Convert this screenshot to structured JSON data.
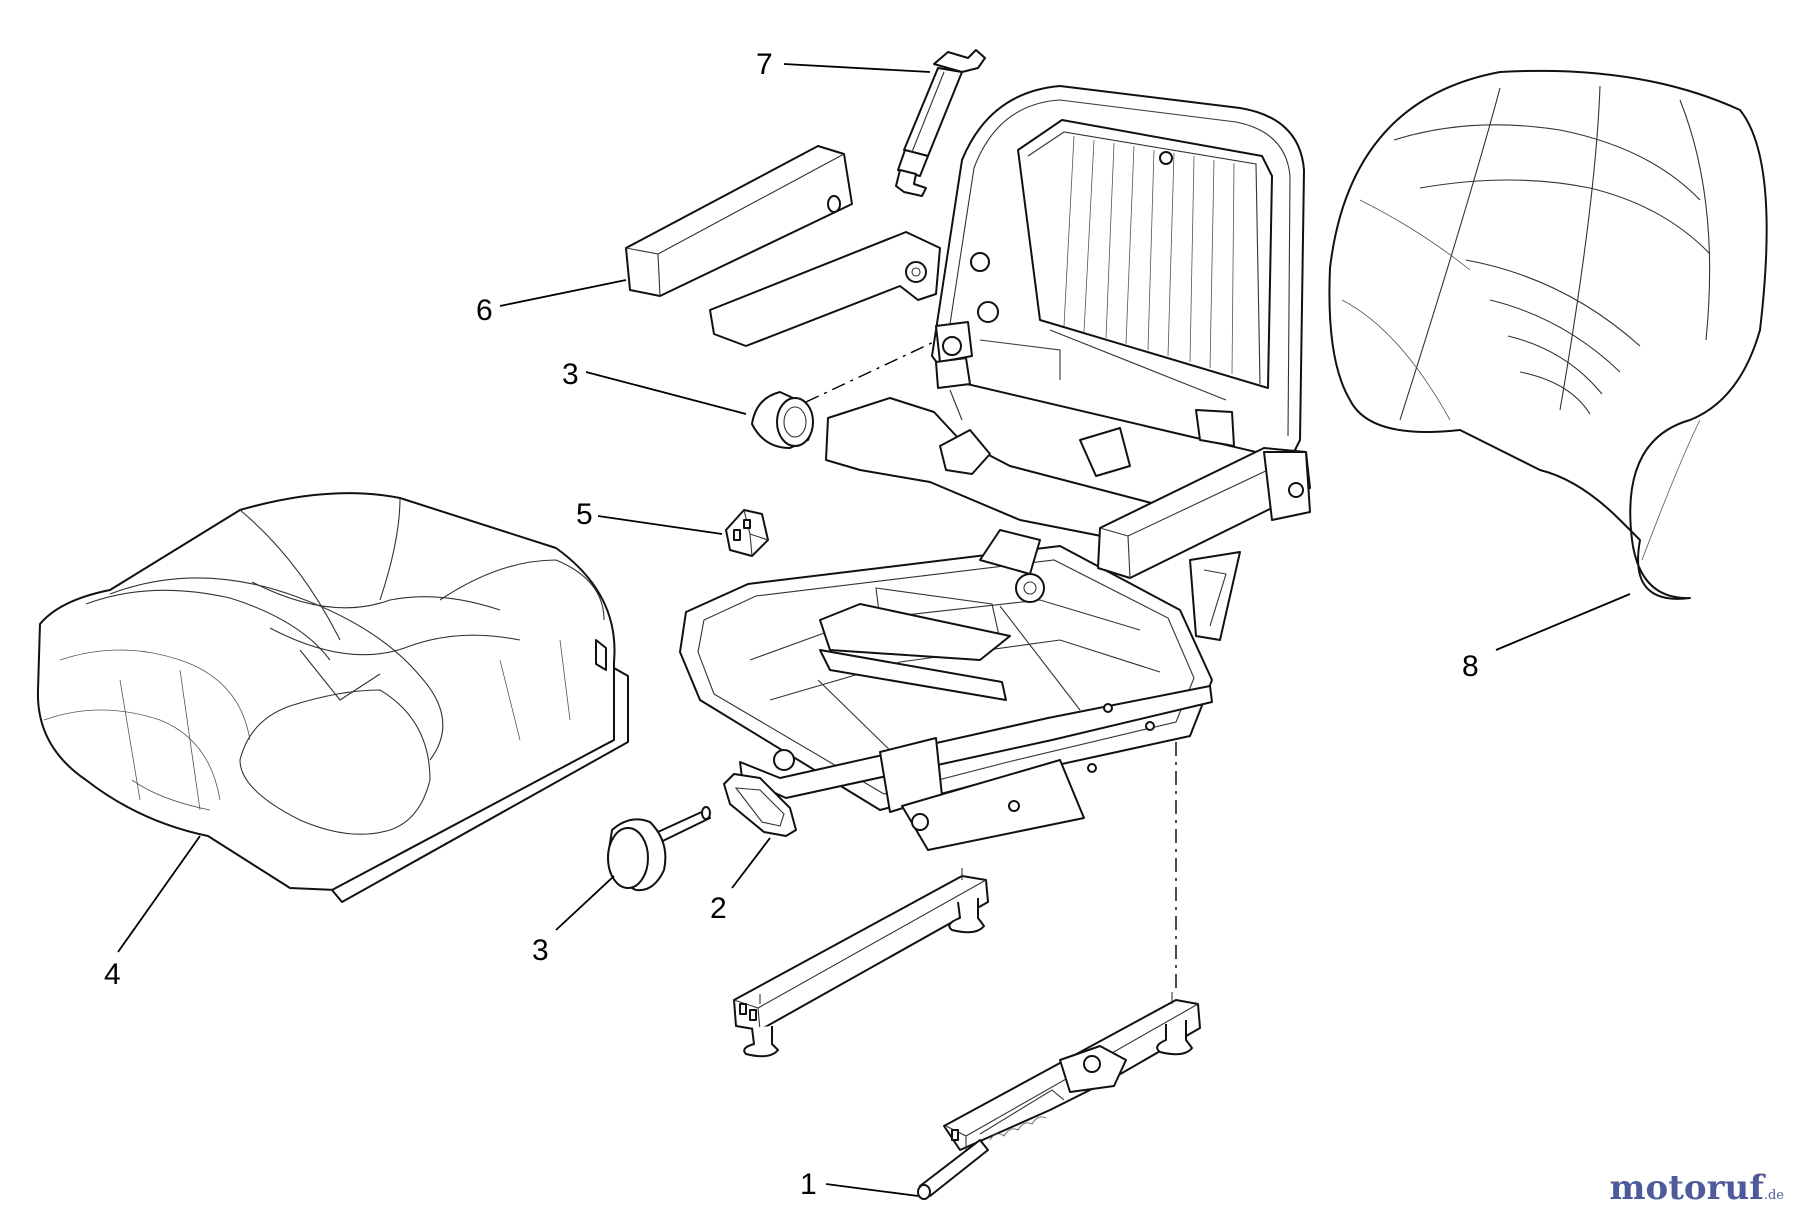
{
  "callouts": {
    "c1": "1",
    "c2": "2",
    "c3a": "3",
    "c3b": "3",
    "c4": "4",
    "c5": "5",
    "c6": "6",
    "c7": "7",
    "c8": "8"
  },
  "watermark": {
    "main": "motoruf",
    "tld": ".de"
  }
}
